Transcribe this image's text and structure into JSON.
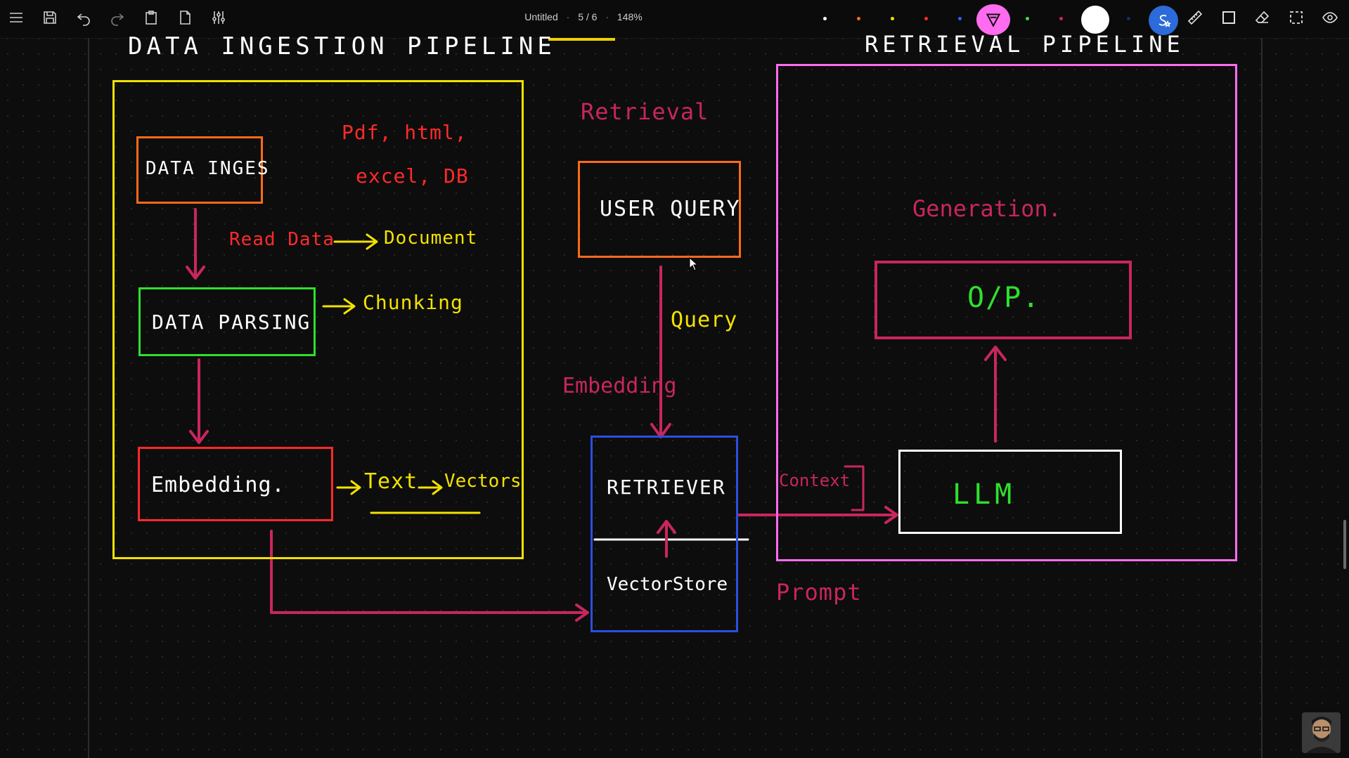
{
  "toolbar": {
    "title": "Untitled",
    "page": "5 / 6",
    "zoom": "148%",
    "colors": [
      "#ffffff",
      "#ff6a1a",
      "#f2e100",
      "#ff2a2a",
      "#3a5bff",
      "#40e040",
      "#d0206a"
    ]
  },
  "diagram": {
    "ingestion_title": "DATA INGESTION PIPELINE",
    "retrieval_title": "RETRIEVAL PIPELINE",
    "data_ingest_box": "DATA INGES",
    "data_parsing_box": "DATA PARSING",
    "embedding_box": "Embedding.",
    "sources_line1": "Pdf, html,",
    "sources_line2": "excel, DB",
    "read_data": "Read Data",
    "document": "Document",
    "chunking": "Chunking",
    "text_label": "Text",
    "vectors_label": "Vectors",
    "retrieval_label": "Retrieval",
    "user_query_box": "USER QUERY",
    "query_label": "Query",
    "embedding_label": "Embedding",
    "retriever_label": "RETRIEVER",
    "vectorstore_label": "VectorStore",
    "context_label": "Context",
    "prompt_label": "Prompt",
    "generation_label": "Generation.",
    "op_box": "O/P.",
    "llm_box": "LLM"
  }
}
